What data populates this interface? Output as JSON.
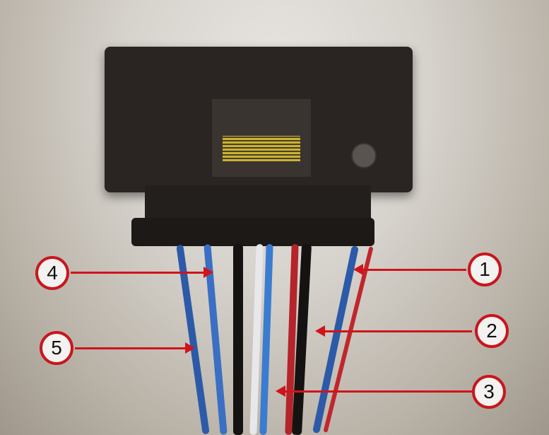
{
  "image": {
    "description": "Close-up photo of a black electrical connector with blue, black, white, and red wires; numbered red callouts point at individual wires",
    "colors": {
      "callout_border": "#c8161d",
      "callout_fill": "#f4f2f0",
      "arrow": "#d0141b",
      "housing": "#2a2522"
    }
  },
  "callouts": [
    {
      "number": "1",
      "side": "right"
    },
    {
      "number": "2",
      "side": "right"
    },
    {
      "number": "3",
      "side": "right"
    },
    {
      "number": "4",
      "side": "left"
    },
    {
      "number": "5",
      "side": "left"
    }
  ]
}
